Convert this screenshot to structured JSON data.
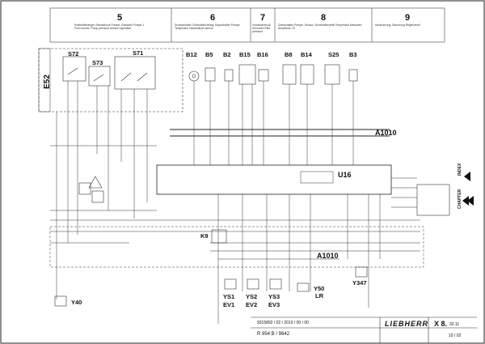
{
  "header": {
    "columns": [
      {
        "num": "5",
        "desc": "Kraftstoffmangel, Bremsdruck Pumpe, Drehzahl Pumpe 1 Fuel volume, Pump pressure sensor regulation"
      },
      {
        "num": "6",
        "desc": "Druckschalter, Rückstellrichtung, Kippschalter Pumpe Temperatur Hydraulikoel sensor"
      },
      {
        "num": "7",
        "desc": "Vorsteuerdruck Sensoren Pilot pressure"
      },
      {
        "num": "8",
        "desc": "Drehschalter Pumpe, Sensor, Sicherheitsventil Temperatur Messwert Anschluss, Öl"
      },
      {
        "num": "9",
        "desc": "Ansteuerung, Steuerung Reglerventil"
      }
    ]
  },
  "components": {
    "E52": "E52",
    "S72": "S72",
    "S73": "S73",
    "S71": "S71",
    "B12": "B12",
    "B5": "B5",
    "B2": "B2",
    "B15": "B15",
    "B16": "B16",
    "B8": "B8",
    "B14": "B14",
    "S25": "S25",
    "B3": "B3",
    "A1010_top": "A1010",
    "U16": "U16",
    "K9": "K9",
    "A1010_mid": "A1010",
    "Y40": "Y40",
    "YS1": "YS1",
    "EV1": "EV1",
    "YS2": "YS2",
    "EV2": "EV2",
    "YS3": "YS3",
    "EV3": "EV3",
    "Y50": "Y50",
    "LR": "LR",
    "Y347": "Y347"
  },
  "side_tabs": {
    "index": "INDEX",
    "chapter": "CHAPTER"
  },
  "title_block": {
    "doc_code": "R 954 B / 9642",
    "brand": "LIEBHERR",
    "sheet": "X 8.",
    "sheet_sub": "32.11",
    "page": "10 / 02",
    "ref": "9315892 / 02 / 2010 / 00 / 00"
  }
}
